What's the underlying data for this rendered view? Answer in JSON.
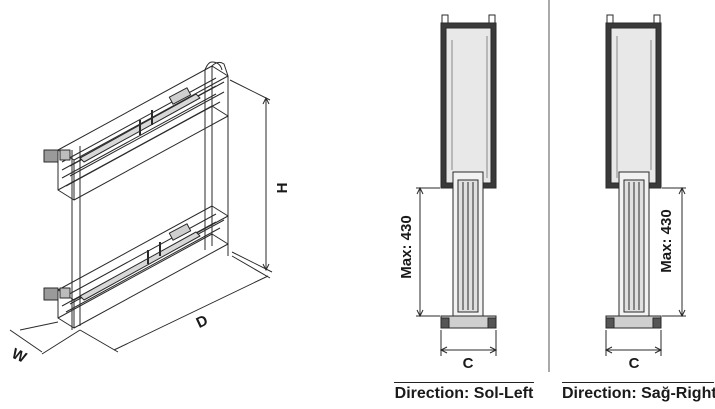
{
  "left_view": {
    "dimension_labels": {
      "height": "H",
      "depth": "D",
      "width": "W"
    }
  },
  "left_direction_view": {
    "max_label": "Max: 430",
    "c_label": "C",
    "caption": "Direction: Sol-Left"
  },
  "right_direction_view": {
    "max_label": "Max: 430",
    "c_label": "C",
    "caption": "Direction: Sağ-Right"
  },
  "colors": {
    "line": "#2a2a2a",
    "panel_dark": "#3a3a3a",
    "panel_light": "#e6e6e6"
  }
}
